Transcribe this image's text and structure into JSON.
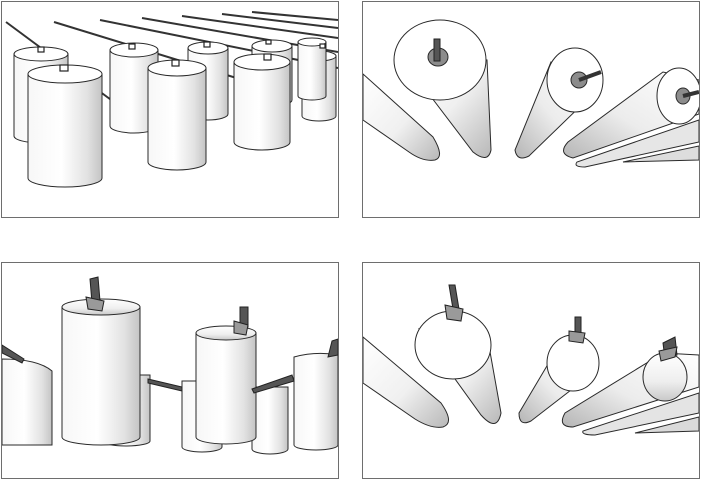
{
  "colors": {
    "background": "#ffffff",
    "frame": "#6e6e6e",
    "outline": "#2a2a2a",
    "cap": "#ffffff",
    "shadow": "#bdbdbd",
    "rod": "#333333",
    "rod_core": "#777777"
  },
  "panels": [
    {
      "id": "panel-top-left"
    },
    {
      "id": "panel-top-right"
    },
    {
      "id": "panel-bottom-left"
    },
    {
      "id": "panel-bottom-right"
    }
  ]
}
